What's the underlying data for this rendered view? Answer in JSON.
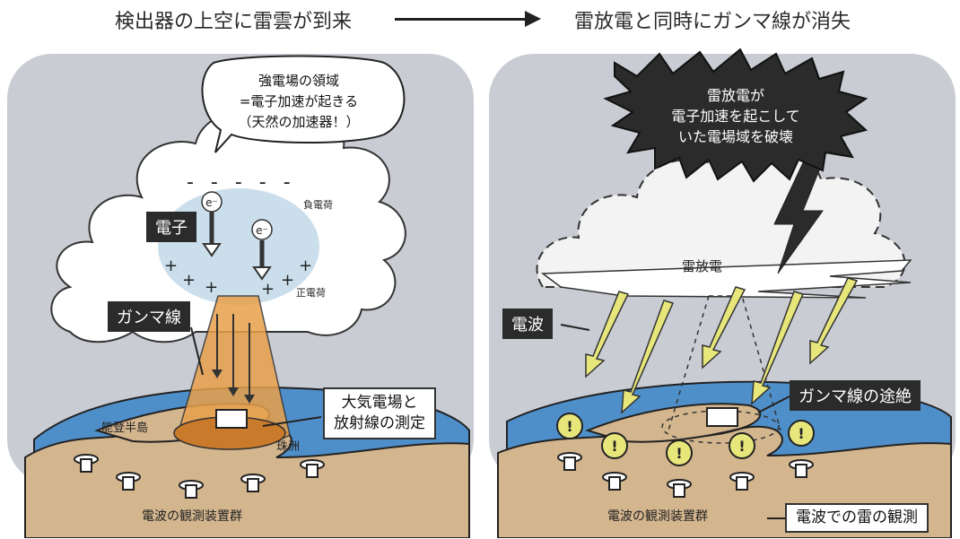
{
  "header": {
    "left_title": "検出器の上空に雷雲が到来",
    "right_title": "雷放電と同時にガンマ線が消失"
  },
  "left_panel": {
    "bubble_lines": [
      "強電場の領域",
      "=電子加速が起きる",
      "（天然の加速器！）"
    ],
    "electron_label": "電子",
    "electron_symbol": "e⁻",
    "negative_charge": "負電荷",
    "positive_charge": "正電荷",
    "gamma_label": "ガンマ線",
    "measurement_lines": [
      "大気電場と",
      "放射線の測定"
    ],
    "peninsula_label": "能登半島",
    "city_label": "珠洲",
    "sensors_label": "電波の観測装置群",
    "minus_signs": "- - - - -"
  },
  "right_panel": {
    "burst_lines": [
      "雷放電が",
      "電子加速を起こして",
      "いた電場域を破壊"
    ],
    "discharge_label": "雷放電",
    "radio_wave_label": "電波",
    "gamma_cutoff_label": "ガンマ線の途絶",
    "sensors_label": "電波の観測装置群",
    "observation_label": "電波での雷の観測",
    "alert_symbol": "!"
  },
  "colors": {
    "sky": "#c9ccd3",
    "sea": "#4f8fc9",
    "land": "#d3b58e",
    "gamma": "#e8a04a",
    "radio": "#e6e67a",
    "cloud": "#ffffff",
    "dark": "#2b2b2b"
  }
}
